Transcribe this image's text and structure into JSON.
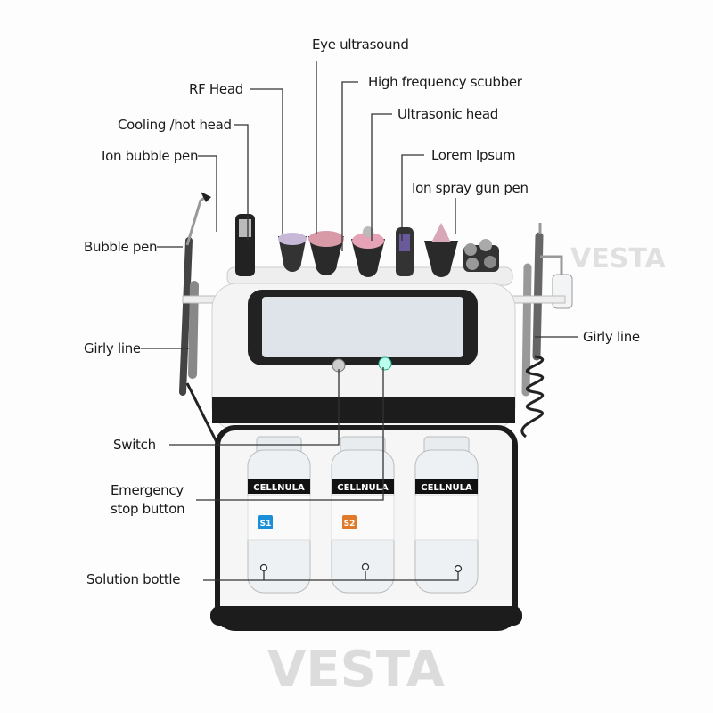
{
  "labels": {
    "eye_ultrasound": "Eye ultrasound",
    "rf_head": "RF Head",
    "cooling_hot_head": "Cooling /hot head",
    "ion_bubble_pen": "Ion bubble pen",
    "high_frequency_scrubber": "High frequency scubber",
    "ultrasonic_head": "Ultrasonic head",
    "lorem_ipsum": "Lorem Ipsum",
    "ion_spray_gun_pen": "Ion spray gun pen",
    "bubble_pen": "Bubble pen",
    "girly_line_left": "Girly line",
    "girly_line_right": "Girly line",
    "switch": "Switch",
    "emergency_stop_line1": "Emergency",
    "emergency_stop_line2": "stop button",
    "solution_bottle": "Solution bottle"
  },
  "bottles": [
    {
      "brand": "CELLNULA",
      "tag": "S1",
      "tag_color": "#1a8fd8"
    },
    {
      "brand": "CELLNULA",
      "tag": "S2",
      "tag_color": "#e07a2a"
    },
    {
      "brand": "CELLNULA",
      "tag": "",
      "tag_color": ""
    }
  ],
  "watermark": "VESTA",
  "colors": {
    "line": "#333333",
    "device_body": "#f2f2f2",
    "device_band": "#1c1c1c"
  }
}
